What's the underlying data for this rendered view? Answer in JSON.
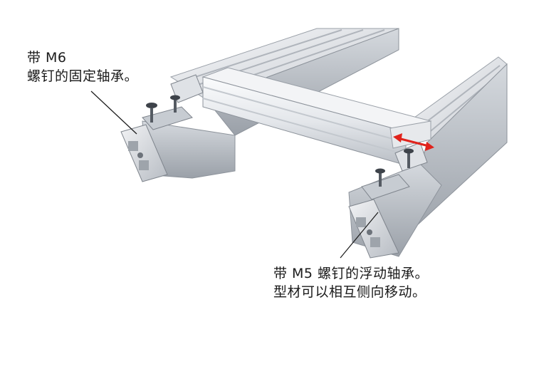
{
  "annotations": {
    "fixed_bearing": {
      "line1": "带 M6",
      "line2": "螺钉的固定轴承。"
    },
    "floating_bearing": {
      "line1": "带 M5 螺钉的浮动轴承。",
      "line2": "型材可以相互侧向移动。"
    }
  },
  "colors": {
    "aluminum_light": "#eef0f3",
    "aluminum_mid": "#c9cdd3",
    "aluminum_dark": "#8d939b",
    "arrow": "#e0231c",
    "leader_line": "#1a1a1a"
  },
  "icons": [
    "double-arrow-icon",
    "screw-icon"
  ]
}
